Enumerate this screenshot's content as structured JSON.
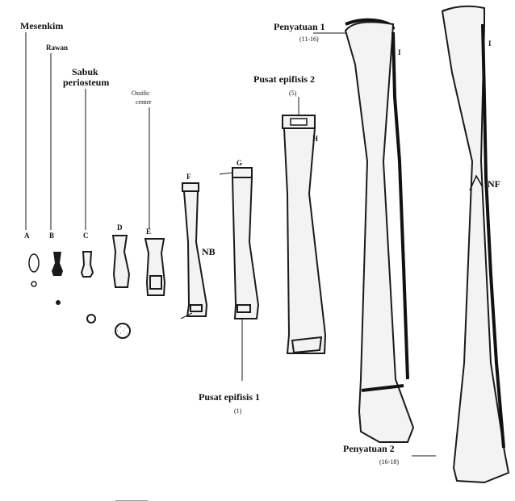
{
  "labels": {
    "mesenkim": "Mesenkim",
    "rawan": "Rawan",
    "sabuk_line1": "Sabuk",
    "sabuk_line2": "periosteum",
    "ossific_line1": "Ossific",
    "ossific_line2": "center",
    "pusat_epifisis_2": "Pusat epifisis 2",
    "pusat_epifisis_2_age": "(5)",
    "pusat_epifisis_1": "Pusat epifisis 1",
    "pusat_epifisis_1_age": "(1)",
    "penyatuan_1": "Penyatuan 1",
    "penyatuan_1_age": "(11-16)",
    "penyatuan_2": "Penyatuan 2",
    "penyatuan_2_age": "(16-18)",
    "nb": "NB",
    "nf": "NF"
  },
  "stages": [
    "A",
    "B",
    "C",
    "D",
    "E",
    "F",
    "G",
    "H",
    "I",
    "I"
  ]
}
